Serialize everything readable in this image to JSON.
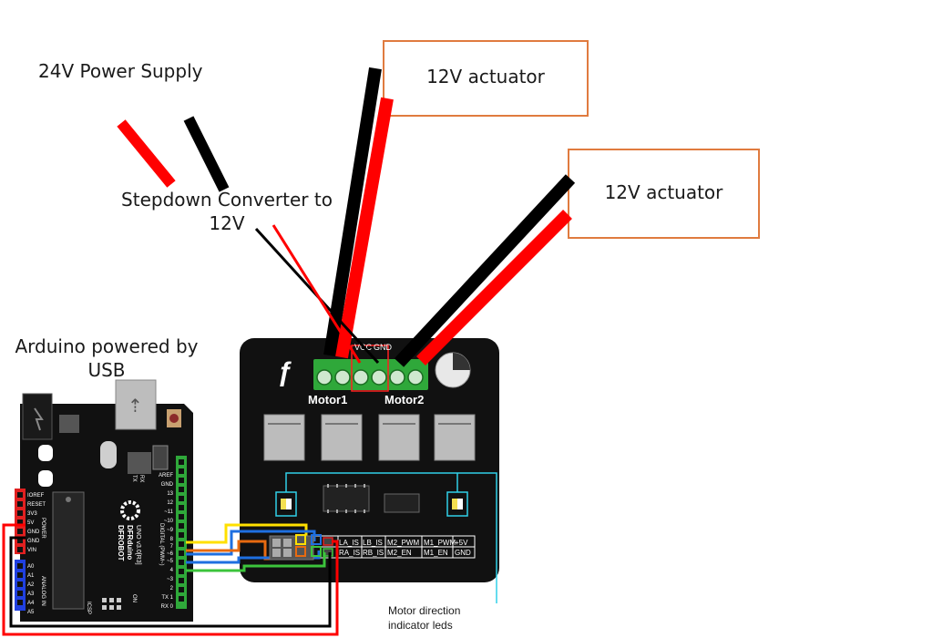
{
  "labels": {
    "power_supply": "24V Power Supply",
    "stepdown_line1": "Stepdown Converter to",
    "stepdown_line2": "12V",
    "arduino_line1": "Arduino powered by",
    "arduino_line2": "USB",
    "leds_line1": "Motor direction",
    "leds_line2": "indicator leds"
  },
  "actuators": [
    {
      "label": "12V actuator"
    },
    {
      "label": "12V actuator"
    }
  ],
  "driver_board": {
    "motor1": "Motor1",
    "motor2": "Motor2",
    "terminal_labels": [
      "VCC",
      "GND"
    ],
    "header_row1": [
      "LA_IS",
      "LB_IS",
      "M2_PWM",
      "M1_PWM",
      "+5V"
    ],
    "header_row2": [
      "RA_IS",
      "RB_IS",
      "M2_EN",
      "M1_EN",
      "GND"
    ]
  },
  "arduino_board": {
    "brand": "DFROBOT",
    "model": "DFRduino",
    "version": "UNO v3.0[R3]",
    "power_pins": [
      "IOREF",
      "RESET",
      "3V3",
      "5V",
      "GND",
      "GND",
      "VIN"
    ],
    "analog_pins": [
      "A0",
      "A1",
      "A2",
      "A3",
      "A4",
      "A5"
    ],
    "digital_pins": [
      "AREF",
      "GND",
      "13",
      "12",
      "~11",
      "~10",
      "~9",
      "8",
      "7",
      "~6",
      "~5",
      "4",
      "~3",
      "2",
      "TX 1",
      "RX 0"
    ],
    "digital_header": "DIGITAL (PWM~)",
    "power_header": "POWER",
    "analog_header": "ANALOG IN",
    "tx_label": "TX",
    "rx_label": "RX",
    "icsp_label": "ICSP",
    "on_label": "ON"
  },
  "colors": {
    "wire_red": "#ff0000",
    "wire_black": "#000000",
    "wire_yellow": "#ffe000",
    "wire_blue": "#1e6fe0",
    "wire_orange": "#e86a10",
    "wire_green": "#3cc43c",
    "wire_cyan": "#30d0e8",
    "box_border": "#e07b3f",
    "board_black": "#111111",
    "terminal_green": "#2fa83a",
    "header_green": "#2fa83a",
    "header_red": "#e02020",
    "header_blue": "#2040e0"
  }
}
